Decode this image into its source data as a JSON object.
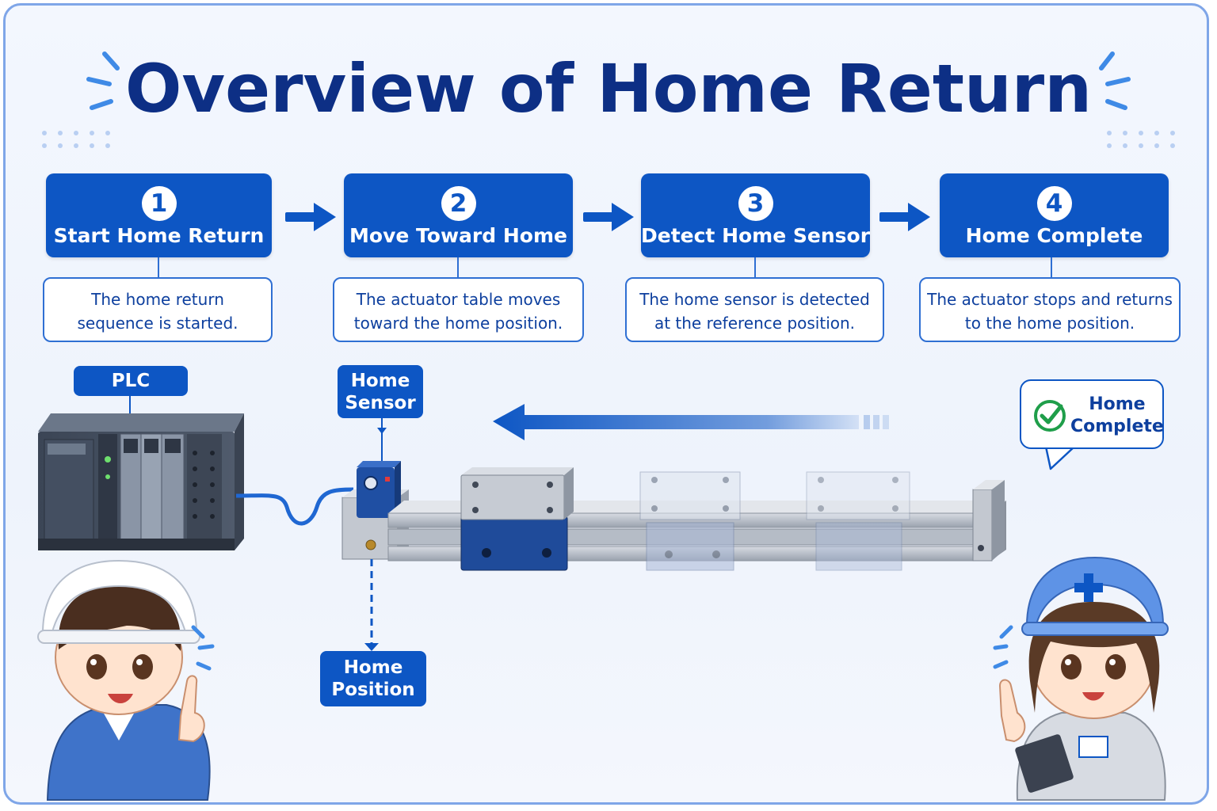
{
  "title": "Overview of Home Return",
  "steps": [
    {
      "number": "1",
      "title": "Start Home Return",
      "desc_line1": "The home return",
      "desc_line2": "sequence is started."
    },
    {
      "number": "2",
      "title": "Move Toward Home",
      "desc_line1": "The actuator table moves",
      "desc_line2": "toward the home position."
    },
    {
      "number": "3",
      "title": "Detect Home Sensor",
      "desc_line1": "The home sensor is detected",
      "desc_line2": "at the reference position."
    },
    {
      "number": "4",
      "title": "Home Complete",
      "desc_line1": "The actuator stops and returns",
      "desc_line2": "to the home position."
    }
  ],
  "labels": {
    "plc": "PLC",
    "home_sensor_line1": "Home",
    "home_sensor_line2": "Sensor",
    "home_position_line1": "Home",
    "home_position_line2": "Position",
    "complete_line1": "Home",
    "complete_line2": "Complete"
  },
  "colors": {
    "primary": "#0d56c4",
    "title": "#0d2f85",
    "check": "#1f9e4a"
  },
  "icons": [
    "arrow-right-icon",
    "motion-arrow-left-icon",
    "check-circle-icon",
    "speech-bubble-icon"
  ]
}
